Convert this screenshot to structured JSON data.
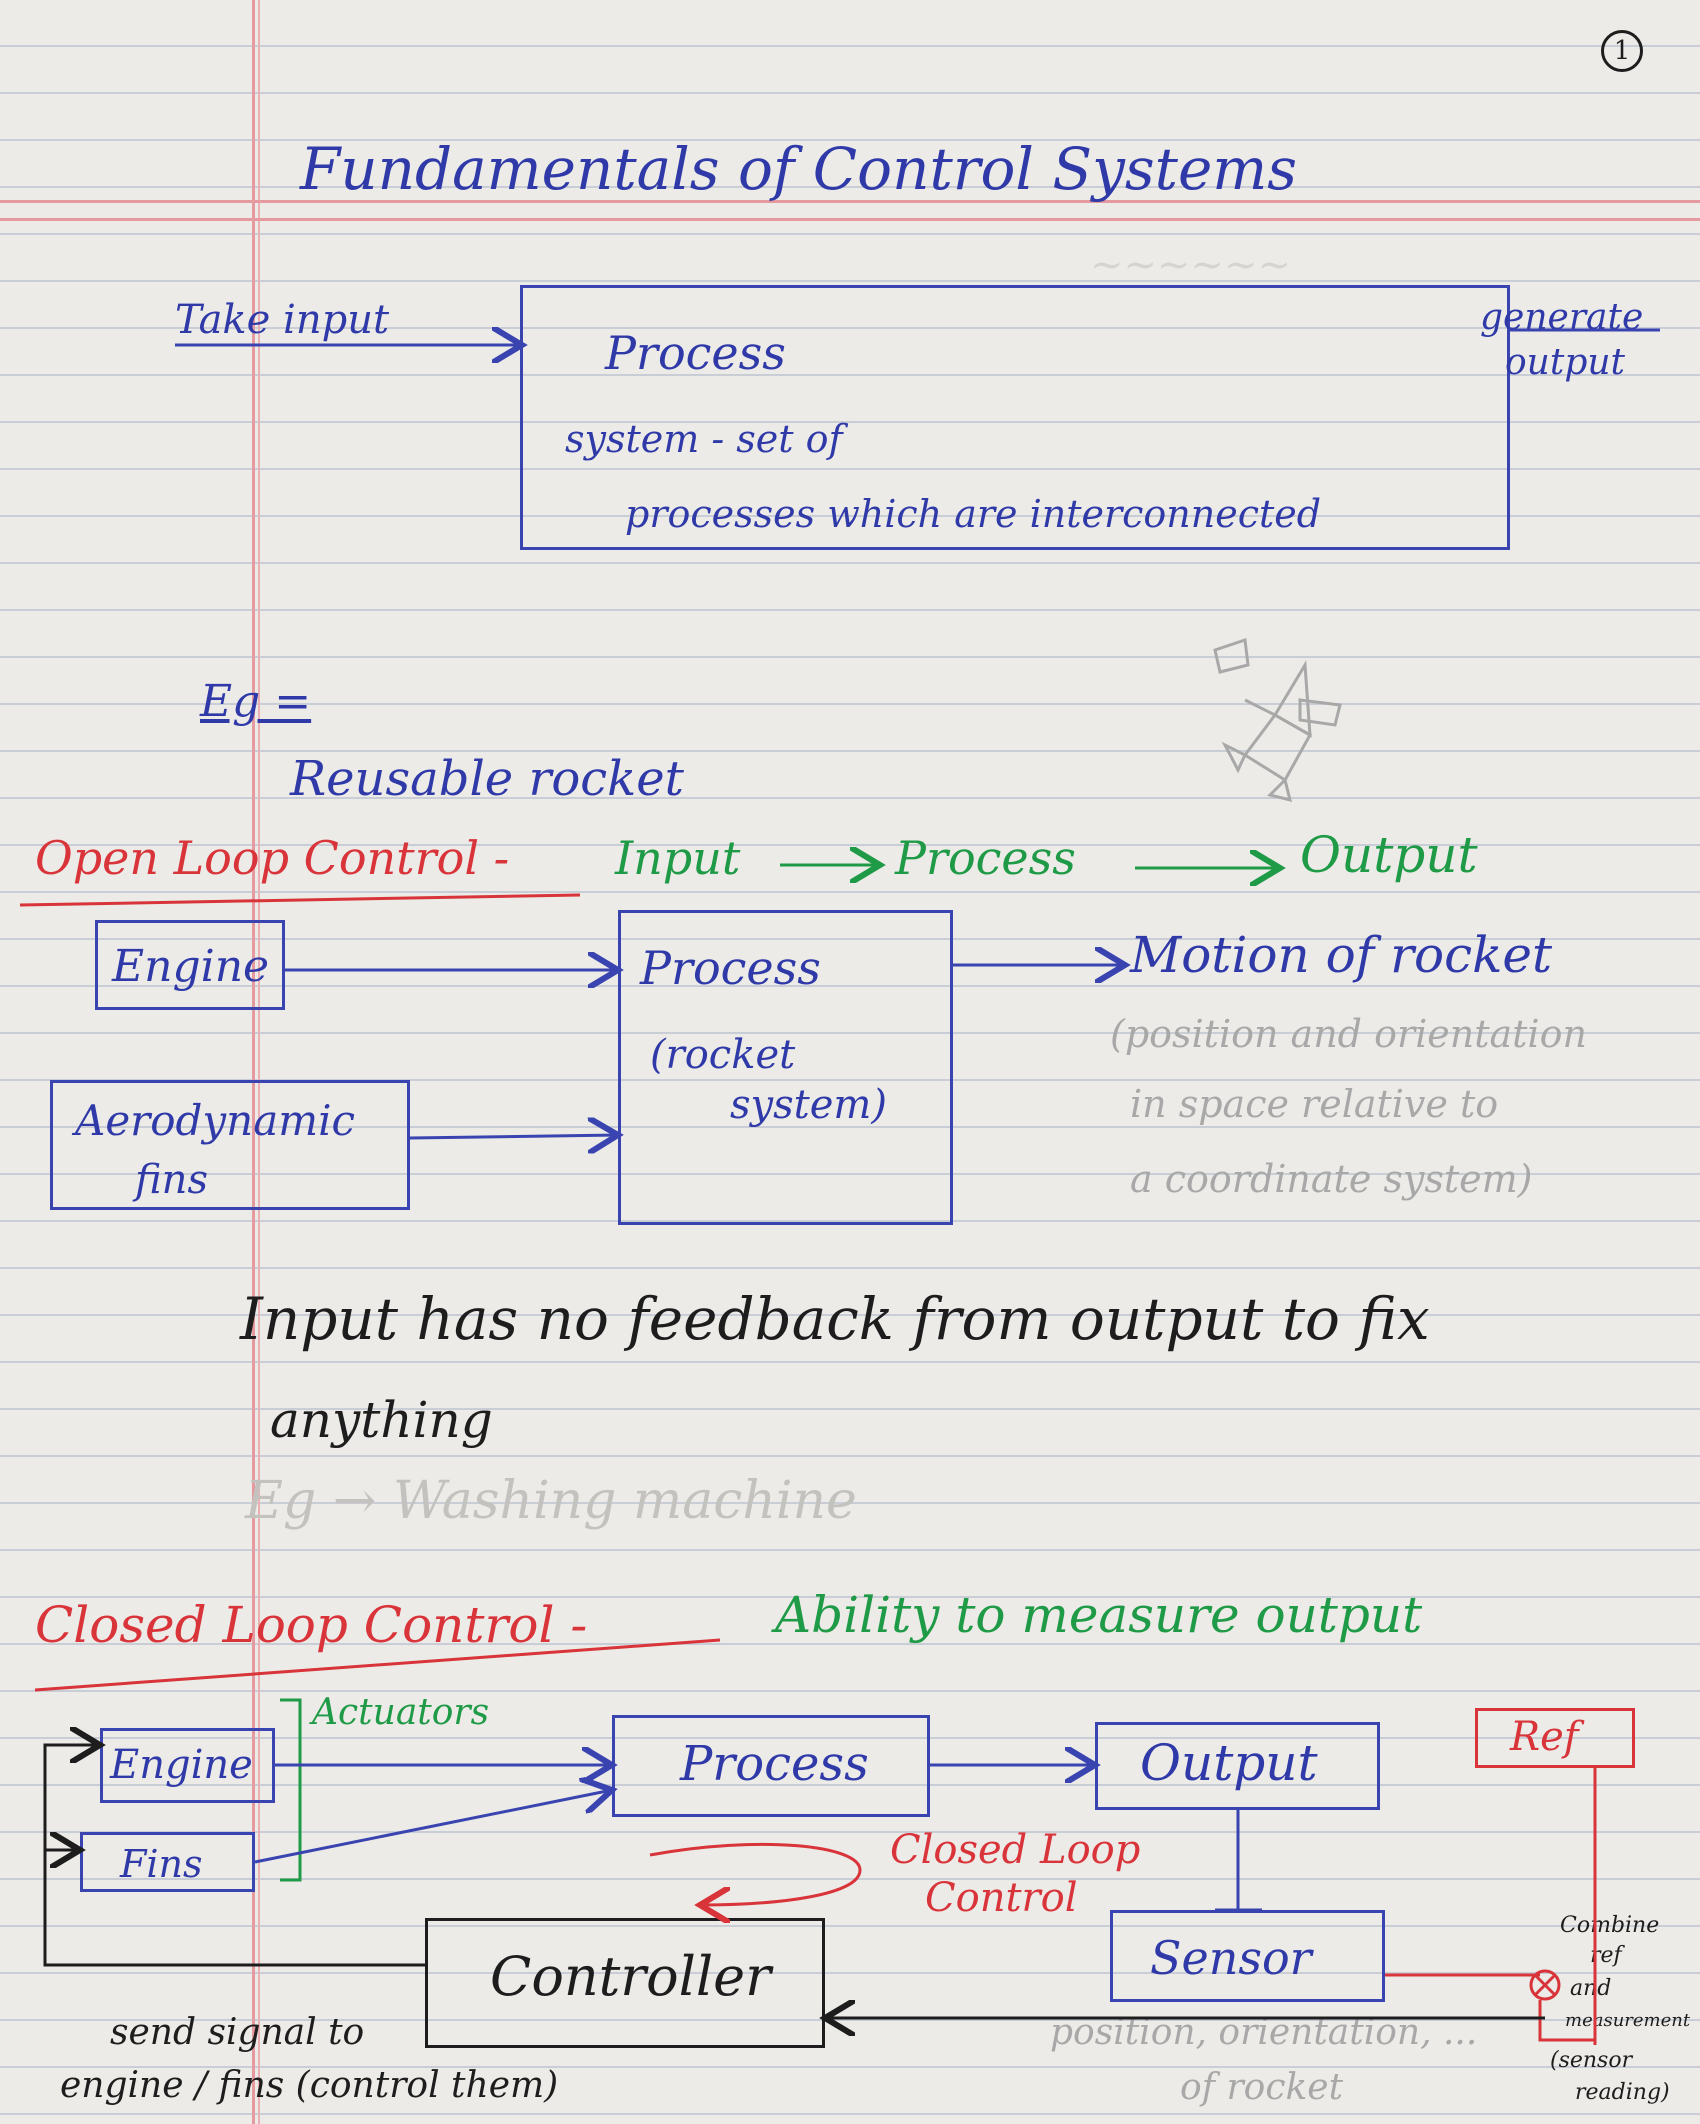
{
  "page_number": "1",
  "title": "Fundamentals of Control Systems",
  "intro": {
    "take_input": "Take input",
    "process_title": "Process",
    "process_line1": "system - set of",
    "process_line2": "processes which are interconnected",
    "generate_output_1": "generate",
    "generate_output_2": "output"
  },
  "example": {
    "eg": "Eg =",
    "reusable_rocket": "Reusable rocket"
  },
  "open_loop": {
    "label": "Open Loop Control -",
    "flow_input": "Input",
    "flow_process": "Process",
    "flow_output": "Output",
    "engine": "Engine",
    "fins_1": "Aerodynamic",
    "fins_2": "fins",
    "process_1": "Process",
    "process_2": "(rocket",
    "process_3": "system)",
    "motion": "Motion of rocket",
    "motion_note_1": "(position and orientation",
    "motion_note_2": "in space relative to",
    "motion_note_3": "a coordinate system)",
    "bullet_1": "Input has no feedback from output to fix",
    "bullet_1b": "anything",
    "bullet_2": "Eg → Washing machine"
  },
  "closed_loop": {
    "label": "Closed Loop Control -",
    "definition": "Ability to measure output",
    "engine": "Engine",
    "fins": "Fins",
    "actuators": "Actuators",
    "process": "Process",
    "output": "Output",
    "ref": "Ref",
    "loop_label_1": "Closed Loop",
    "loop_label_2": "Control",
    "sensor": "Sensor",
    "controller": "Controller",
    "send_signal_1": "send signal to",
    "send_signal_2": "engine / fins (control them)",
    "sensor_note_1": "position, orientation, ...",
    "sensor_note_2": "of rocket",
    "combine_1": "Combine",
    "combine_2": "ref",
    "combine_3": "and",
    "combine_4": "measurement",
    "combine_5": "(sensor",
    "combine_6": "reading)"
  },
  "colors": {
    "blue_ink": "#2f3aa8",
    "red_ink": "#d8343a",
    "green_ink": "#1f9a46",
    "black_ink": "#1d1d1d",
    "pencil": "#a8a8a8"
  }
}
